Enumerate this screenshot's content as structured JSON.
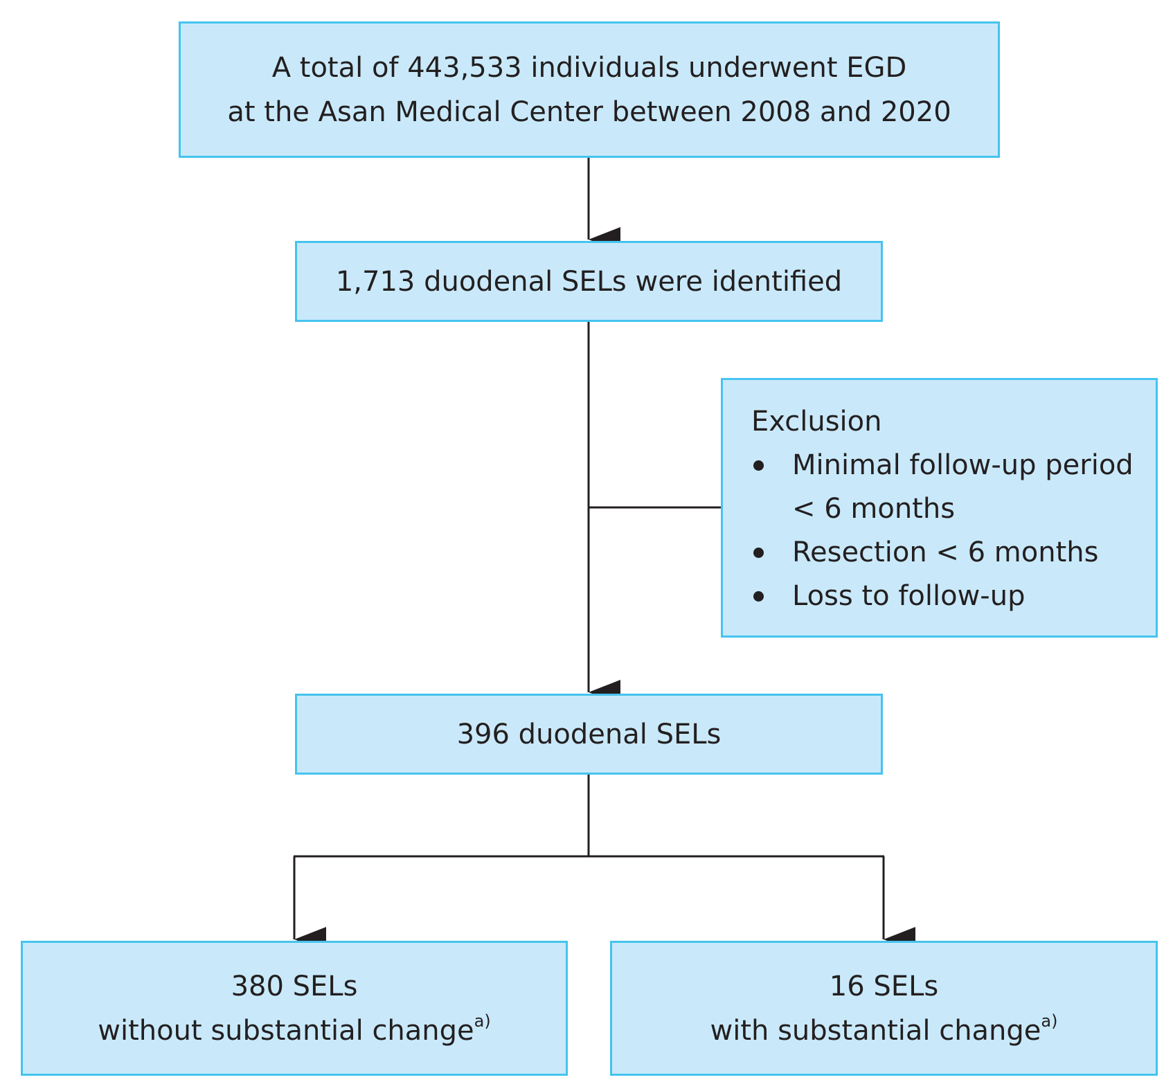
{
  "nodes": {
    "total": {
      "line1": "A total of 443,533 individuals underwent EGD",
      "line2": "at the Asan Medical Center between 2008 and 2020"
    },
    "identified": {
      "text": "1,713 duodenal SELs were identified"
    },
    "exclusion": {
      "title": "Exclusion",
      "items": [
        {
          "line1": "Minimal follow-up period",
          "line2": "< 6 months"
        },
        {
          "line1": "Resection < 6 months"
        },
        {
          "line1": "Loss to follow-up"
        }
      ]
    },
    "included": {
      "text": "396 duodenal SELs"
    },
    "without_change": {
      "line1": "380 SELs",
      "line2": "without substantial change",
      "footnote": "a)"
    },
    "with_change": {
      "line1": "16 SELs",
      "line2": "with substantial change",
      "footnote": "a)"
    }
  },
  "colors": {
    "box_fill": "#c9e9fa",
    "box_border": "#45c3ef",
    "line": "#231f20",
    "text": "#231f20"
  }
}
